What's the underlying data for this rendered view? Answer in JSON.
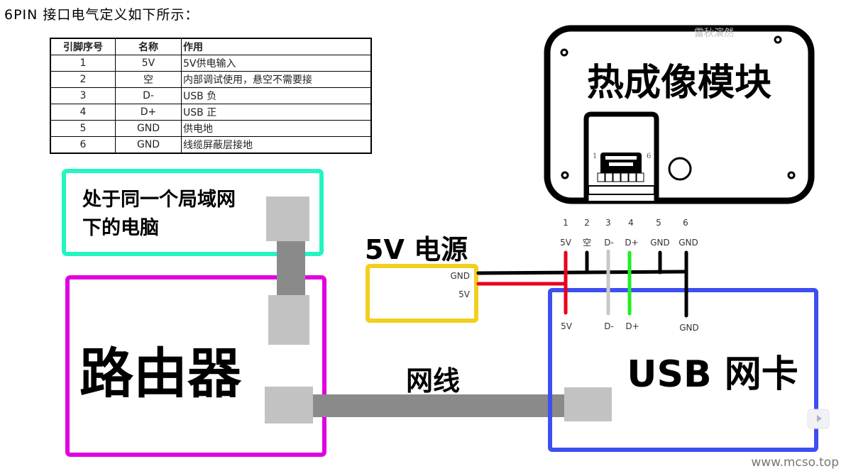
{
  "title": "6PIN 接口电气定义如下所示：",
  "pin_table": {
    "headers": [
      "引脚序号",
      "名称",
      "作用"
    ],
    "rows": [
      {
        "pin": "1",
        "name": "5V",
        "function": "5V供电输入"
      },
      {
        "pin": "2",
        "name": "空",
        "function": "内部调试使用，悬空不需要接"
      },
      {
        "pin": "3",
        "name": "D-",
        "function": "USB 负"
      },
      {
        "pin": "4",
        "name": "D+",
        "function": "USB 正"
      },
      {
        "pin": "5",
        "name": "GND",
        "function": "供电地"
      },
      {
        "pin": "6",
        "name": "GND",
        "function": "线缆屏蔽层接地"
      }
    ]
  },
  "thermal_module": {
    "label": "热成像模块",
    "connector_pin_first": "1",
    "connector_pin_last": "6"
  },
  "pc_box": {
    "line1": "处于同一个局域网",
    "line2": "下的电脑"
  },
  "router": {
    "label": "路由器"
  },
  "power": {
    "label": "5V 电源",
    "gnd": "GND",
    "v5": "5V"
  },
  "cable_label": "网线",
  "usb_nic": {
    "label": "USB 网卡"
  },
  "wiring": {
    "top_numbers": [
      "1",
      "2",
      "3",
      "4",
      "5",
      "6"
    ],
    "top_names": [
      "5V",
      "空",
      "D-",
      "D+",
      "GND",
      "GND"
    ],
    "bottom_names": [
      "5V",
      "D-",
      "D+",
      "GND"
    ]
  },
  "colors": {
    "pc_box": "#22f5c0",
    "router": "#e000e0",
    "power": "#f2cf1f",
    "usb_nic": "#3d4ff0",
    "wire_5v": "#e8001c",
    "wire_dminus": "#c8c8c8",
    "wire_dplus": "#22ee22",
    "wire_gnd": "#000000",
    "cable": "#8a8a8a",
    "plug": "#c2c2c2"
  },
  "watermark": {
    "site": "www.mcso.top",
    "author": "雷秋演然"
  }
}
